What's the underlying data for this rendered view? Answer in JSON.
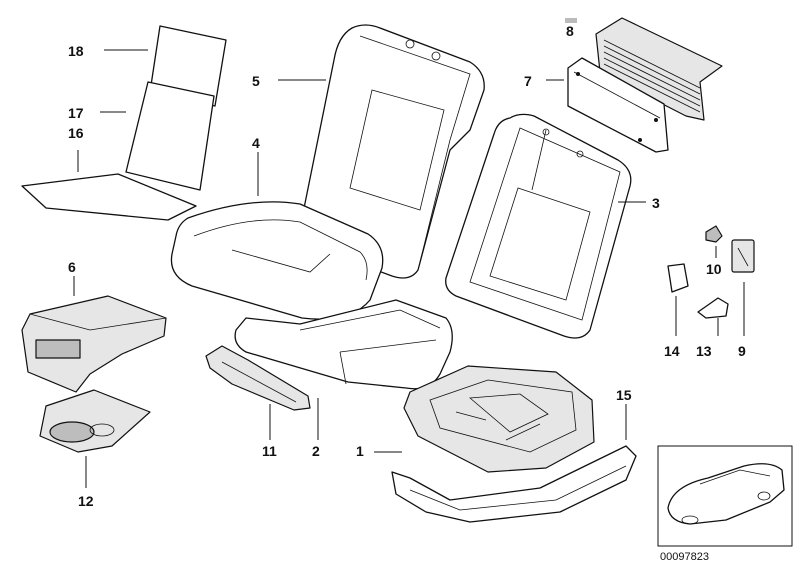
{
  "diagram": {
    "parts": [
      {
        "id": "1",
        "label": "1"
      },
      {
        "id": "2",
        "label": "2"
      },
      {
        "id": "3",
        "label": "3"
      },
      {
        "id": "4",
        "label": "4"
      },
      {
        "id": "5",
        "label": "5"
      },
      {
        "id": "6",
        "label": "6"
      },
      {
        "id": "7",
        "label": "7"
      },
      {
        "id": "8",
        "label": "8"
      },
      {
        "id": "9",
        "label": "9"
      },
      {
        "id": "10",
        "label": "10"
      },
      {
        "id": "11",
        "label": "11"
      },
      {
        "id": "12",
        "label": "12"
      },
      {
        "id": "13",
        "label": "13"
      },
      {
        "id": "14",
        "label": "14"
      },
      {
        "id": "15",
        "label": "15"
      },
      {
        "id": "16",
        "label": "16"
      },
      {
        "id": "17",
        "label": "17"
      },
      {
        "id": "18",
        "label": "18"
      }
    ],
    "diagram_code": "00097823"
  }
}
